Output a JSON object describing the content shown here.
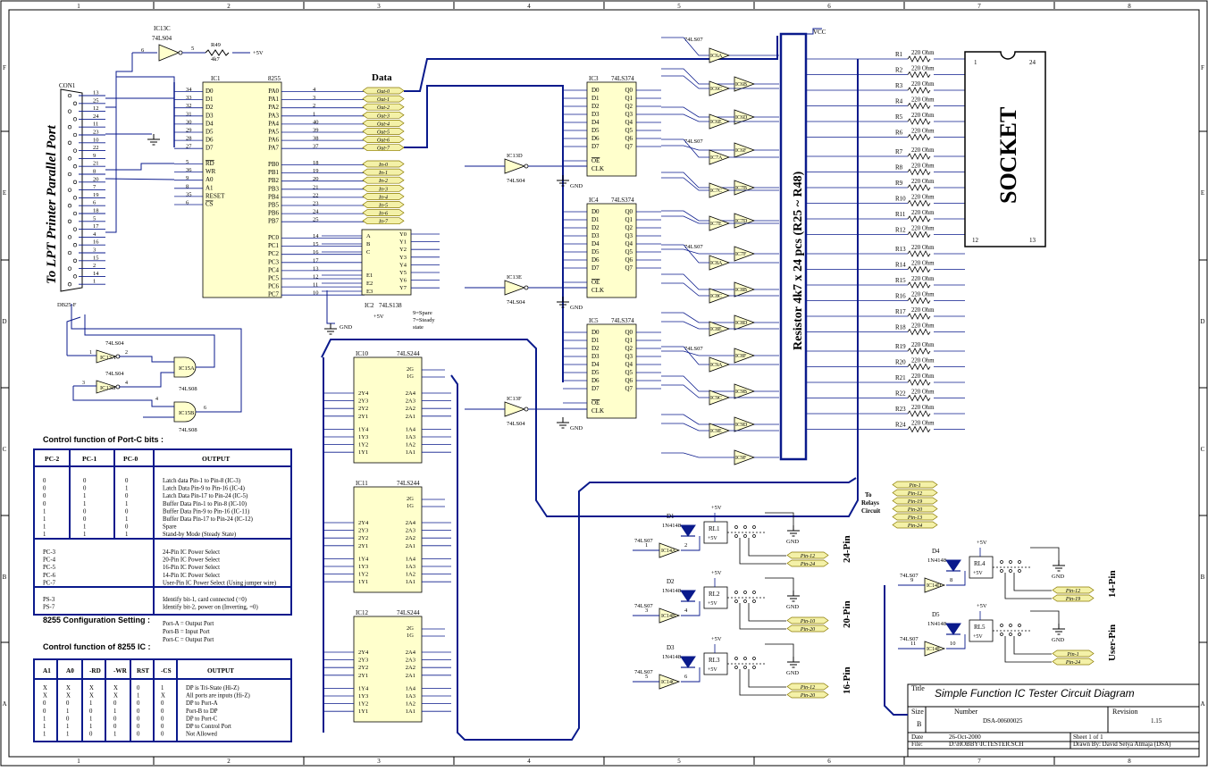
{
  "frame": {
    "cols": [
      "1",
      "2",
      "3",
      "4",
      "5",
      "6",
      "7",
      "8"
    ],
    "rows": [
      "F",
      "E",
      "D",
      "C",
      "B",
      "A"
    ]
  },
  "connector": {
    "ref": "CON1",
    "type": "DB25-F",
    "side_label": "To LPT Printer Parallel Port",
    "pins": [
      "13",
      "25",
      "12",
      "24",
      "11",
      "23",
      "10",
      "22",
      "9",
      "21",
      "8",
      "20",
      "7",
      "19",
      "6",
      "18",
      "5",
      "17",
      "4",
      "16",
      "3",
      "15",
      "2",
      "14",
      "1"
    ]
  },
  "ic1": {
    "ref": "IC1",
    "part": "8255",
    "left": [
      "D0",
      "D1",
      "D2",
      "D3",
      "D4",
      "D5",
      "D6",
      "D7",
      "RD",
      "WR",
      "A0",
      "A1",
      "RESET",
      "CS"
    ],
    "left_nums": [
      "34",
      "33",
      "32",
      "31",
      "30",
      "29",
      "28",
      "27",
      "5",
      "36",
      "9",
      "8",
      "35",
      "6"
    ],
    "right": [
      "PA0",
      "PA1",
      "PA2",
      "PA3",
      "PA4",
      "PA5",
      "PA6",
      "PA7",
      "PB0",
      "PB1",
      "PB2",
      "PB3",
      "PB4",
      "PB5",
      "PB6",
      "PB7",
      "PC0",
      "PC1",
      "PC2",
      "PC3",
      "PC4",
      "PC5",
      "PC6",
      "PC7"
    ],
    "right_nums": [
      "4",
      "3",
      "2",
      "1",
      "40",
      "39",
      "38",
      "37",
      "18",
      "19",
      "20",
      "21",
      "22",
      "23",
      "24",
      "25",
      "14",
      "15",
      "16",
      "17",
      "13",
      "12",
      "11",
      "10"
    ]
  },
  "ic13c": {
    "ref": "IC13C",
    "part": "74LS04",
    "r": "R49",
    "rv": "4k7",
    "vcc": "+5V"
  },
  "bus_data_label": "Data",
  "out_labels": [
    "Out-0",
    "Out-1",
    "Out-2",
    "Out-3",
    "Out-4",
    "Out-5",
    "Out-6",
    "Out-7"
  ],
  "in_labels": [
    "In-0",
    "In-1",
    "In-2",
    "In-3",
    "In-4",
    "In-5",
    "In-6",
    "In-7"
  ],
  "ic2": {
    "ref": "IC2",
    "part": "74LS138",
    "notes": [
      "9=Spare",
      "7=Steady",
      "state"
    ],
    "inputs": [
      "A",
      "B",
      "C",
      "E1",
      "E2",
      "E3"
    ],
    "outputs": [
      "Y0",
      "Y1",
      "Y2",
      "Y3",
      "Y4",
      "Y5",
      "Y6",
      "Y7"
    ]
  },
  "latches": [
    {
      "ref": "IC3",
      "part": "74LS374"
    },
    {
      "ref": "IC4",
      "part": "74LS374"
    },
    {
      "ref": "IC5",
      "part": "74LS374"
    }
  ],
  "latch_pins": {
    "d": [
      "D0",
      "D1",
      "D2",
      "D3",
      "D4",
      "D5",
      "D6",
      "D7"
    ],
    "q": [
      "Q0",
      "Q1",
      "Q2",
      "Q3",
      "Q4",
      "Q5",
      "Q6",
      "Q7"
    ],
    "oe": "OE",
    "clk": "CLK"
  },
  "inverters_mid": [
    "IC13D",
    "IC13E",
    "IC13F"
  ],
  "buffers": [
    {
      "ref": "IC10",
      "part": "74LS244"
    },
    {
      "ref": "IC11",
      "part": "74LS244"
    },
    {
      "ref": "IC12",
      "part": "74LS244"
    }
  ],
  "buf_left": [
    "2Y4",
    "2Y3",
    "2Y2",
    "2Y1",
    "1Y4",
    "1Y3",
    "1Y2",
    "1Y1"
  ],
  "buf_right": [
    "2A4",
    "2A3",
    "2A2",
    "2A1",
    "1A4",
    "1A3",
    "1A2",
    "1A1"
  ],
  "gates_bl": {
    "inv": [
      "IC13A",
      "IC13B"
    ],
    "inv_part": "74LS04",
    "and": [
      "IC15A",
      "IC15B"
    ],
    "and_part": "74LS08"
  },
  "port_c_table": {
    "title": "Control function of Port-C bits :",
    "head": [
      "PC-2",
      "PC-1",
      "PC-0",
      "OUTPUT"
    ],
    "rows": [
      [
        "0",
        "0",
        "0",
        "Latch data Pin-1 to Pin-8 (IC-3)"
      ],
      [
        "0",
        "0",
        "1",
        "Latch Data Pin-9 to Pin-16 (IC-4)"
      ],
      [
        "0",
        "1",
        "0",
        "Latch Data Pin-17 to Pin-24 (IC-5)"
      ],
      [
        "0",
        "1",
        "1",
        "Buffer Data Pin-1 to Pin-8 (IC-10)"
      ],
      [
        "1",
        "0",
        "0",
        "Buffer Data Pin-9 to Pin-16 (IC-11)"
      ],
      [
        "1",
        "0",
        "1",
        "Buffer Data Pin-17 to Pin-24 (IC-12)"
      ],
      [
        "1",
        "1",
        "0",
        "Spare"
      ],
      [
        "1",
        "1",
        "1",
        "Stand-by Mode (Steady State)"
      ]
    ],
    "power": [
      [
        "PC-3",
        "24-Pin IC Power Select"
      ],
      [
        "PC-4",
        "20-Pin IC Power Select"
      ],
      [
        "PC-5",
        "16-Pin IC Power Select"
      ],
      [
        "PC-6",
        "14-Pin IC Power Select"
      ],
      [
        "PC-7",
        "User-Pin IC Power Select (Using jumper wire)"
      ]
    ],
    "ps": [
      [
        "PS-3",
        "Identify bit-1, card connected (=0)"
      ],
      [
        "PS-7",
        "Identify bit-2, power on (Inverting, =0)"
      ]
    ]
  },
  "config": {
    "title": "8255 Configuration Setting :",
    "lines": [
      "Port-A = Output Port",
      "Port-B = Input Port",
      "Port-C = Output Port"
    ]
  },
  "ic_table": {
    "title": "Control function of 8255 IC :",
    "head": [
      "A1",
      "A0",
      "-RD",
      "-WR",
      "RST",
      "-CS",
      "OUTPUT"
    ],
    "rows": [
      [
        "X",
        "X",
        "X",
        "X",
        "0",
        "1",
        "DP is Tri-State (Hi-Z)"
      ],
      [
        "X",
        "X",
        "X",
        "X",
        "1",
        "X",
        "All ports are inputs (Hi-Z)"
      ],
      [
        "0",
        "0",
        "1",
        "0",
        "0",
        "0",
        "DP to Port-A"
      ],
      [
        "0",
        "1",
        "0",
        "1",
        "0",
        "0",
        "Port-B to DP"
      ],
      [
        "1",
        "0",
        "1",
        "0",
        "0",
        "0",
        "DP to Port-C"
      ],
      [
        "1",
        "1",
        "1",
        "0",
        "0",
        "0",
        "DP to Control Port"
      ],
      [
        "1",
        "1",
        "0",
        "1",
        "0",
        "0",
        "Not Allowed"
      ]
    ]
  },
  "or_gates": [
    [
      "IC6A",
      "IC6B",
      "IC6C",
      "IC6D",
      "IC6E",
      "IC6F"
    ],
    [
      "IC7A",
      "IC7B",
      "IC7C",
      "IC7D",
      "IC7E",
      "IC7F"
    ],
    [
      "IC8A",
      "IC8B",
      "IC8C",
      "IC8D",
      "IC8E",
      "IC8F"
    ],
    [
      "IC9A",
      "IC9B",
      "IC9C",
      "IC9D",
      "IC9E",
      "IC9F"
    ]
  ],
  "or_part": "74LS07",
  "resistor_bank": {
    "label": "Resistor 4k7 x 24 pcs (R25 ~ R48)",
    "vcc": "VCC"
  },
  "resistors": {
    "refs": [
      "R1",
      "R2",
      "R3",
      "R4",
      "R5",
      "R6",
      "R7",
      "R8",
      "R9",
      "R10",
      "R11",
      "R12",
      "R13",
      "R14",
      "R15",
      "R16",
      "R17",
      "R18",
      "R19",
      "R20",
      "R21",
      "R22",
      "R23",
      "R24"
    ],
    "value": "220 Ohm"
  },
  "socket": {
    "label": "SOCKET",
    "pins": [
      "1",
      "24",
      "12",
      "13"
    ]
  },
  "pin_labels": [
    "Pin-1",
    "Pin-12",
    "Pin-19",
    "Pin-20",
    "Pin-13",
    "Pin-24"
  ],
  "relays_note": [
    "To",
    "Relays",
    "Circuit"
  ],
  "relays": [
    {
      "ic": "IC14A",
      "d": "D1",
      "dio": "1N4148",
      "rl": "RL1",
      "pins": [
        "Pin-12",
        "Pin-24"
      ],
      "side": "24-Pin",
      "inpin": "1",
      "outpin": "2"
    },
    {
      "ic": "IC14B",
      "d": "D2",
      "dio": "1N4148",
      "rl": "RL2",
      "pins": [
        "Pin-10",
        "Pin-20"
      ],
      "side": "20-Pin",
      "inpin": "3",
      "outpin": "4"
    },
    {
      "ic": "IC14C",
      "d": "D3",
      "dio": "1N4148",
      "rl": "RL3",
      "pins": [
        "Pin-12",
        "Pin-20"
      ],
      "side": "16-Pin",
      "inpin": "5",
      "outpin": "6"
    },
    {
      "ic": "IC14D",
      "d": "D4",
      "dio": "1N4148",
      "rl": "RL4",
      "pins": [
        "Pin-12",
        "Pin-19"
      ],
      "side": "14-Pin",
      "inpin": "9",
      "outpin": "8"
    },
    {
      "ic": "IC14E",
      "d": "D5",
      "dio": "1N4148",
      "rl": "RL5",
      "pins": [
        "Pin-1",
        "Pin-24"
      ],
      "side": "User-Pin",
      "inpin": "11",
      "outpin": "10"
    }
  ],
  "relay_part": "74LS07",
  "pwr": "+5V",
  "gnd": "GND",
  "titleblock": {
    "title_lbl": "Title",
    "title": "Simple Function IC Tester Circuit Diagram",
    "size_lbl": "Size",
    "size": "B",
    "number_lbl": "Number",
    "number": "DSA-00600025",
    "rev_lbl": "Revision",
    "rev": "1.15",
    "date_lbl": "Date",
    "date": "26-Oct-2000",
    "sheet": "Sheet 1 of 1",
    "file_lbl": "File:",
    "file": "D:\\HOBBY\\ICTESTER.SCH",
    "drawn": "Drawn By:  David Setya Atmaja (DSA)"
  },
  "colors": {
    "wire": "#0a1a8c",
    "part": "#ffffcc",
    "ink": "#000000"
  }
}
